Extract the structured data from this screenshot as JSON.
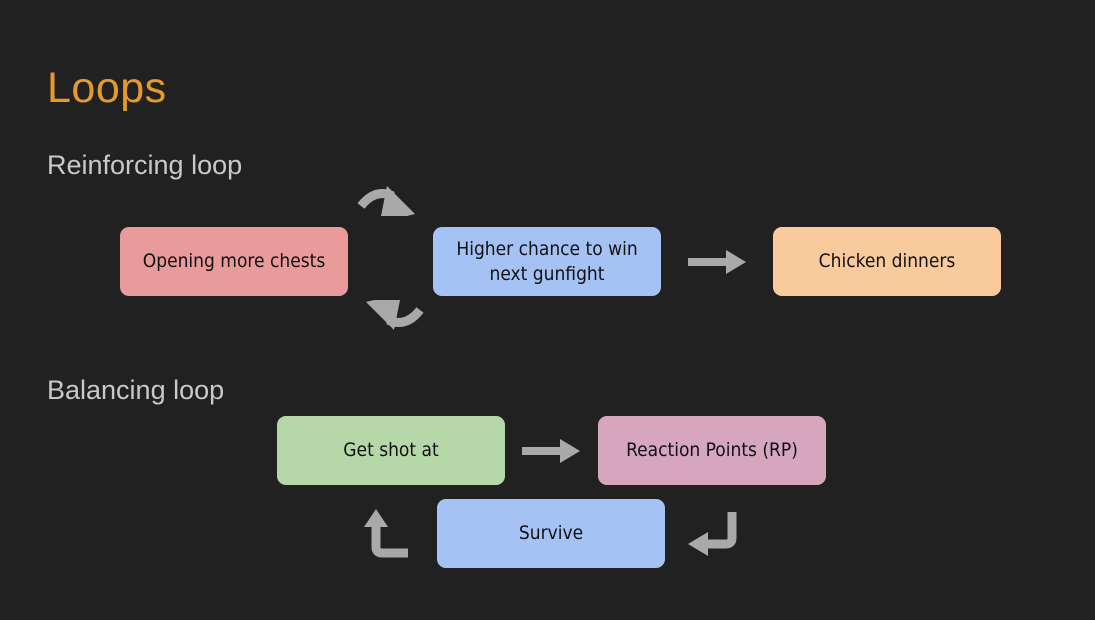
{
  "title": "Loops",
  "reinforcing": {
    "label": "Reinforcing loop",
    "nodes": {
      "chests": "Opening more chests",
      "higher_chance": "Higher chance to win\nnext gunfight",
      "chicken": "Chicken dinners"
    }
  },
  "balancing": {
    "label": "Balancing loop",
    "nodes": {
      "get_shot": "Get shot at",
      "reaction_points": "Reaction Points (RP)",
      "survive": "Survive"
    }
  },
  "colors": {
    "background": "#212121",
    "title": "#e69a2c",
    "label": "#c9c9c9",
    "arrow": "#a9a9a9",
    "box_red": "#e99a9b",
    "box_blue": "#a4c2f4",
    "box_orange": "#f9cb9c",
    "box_green": "#b6d7a8",
    "box_pink": "#d5a6bd"
  }
}
